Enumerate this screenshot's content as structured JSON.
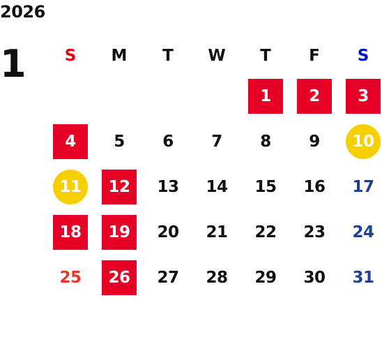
{
  "year": "2026",
  "month": "1",
  "colors": {
    "holiday_bg": "#e60026",
    "special_bg": "#f5cf00",
    "sunday_header": "#e60012",
    "saturday_header": "#0014c8",
    "sunday_date": "#e03a2a",
    "saturday_date": "#1f3f99"
  },
  "weekdays": [
    "S",
    "M",
    "T",
    "W",
    "T",
    "F",
    "S"
  ],
  "weeks": [
    [
      {
        "label": "",
        "style": "empty"
      },
      {
        "label": "",
        "style": "empty"
      },
      {
        "label": "",
        "style": "empty"
      },
      {
        "label": "",
        "style": "empty"
      },
      {
        "label": "1",
        "style": "holiday"
      },
      {
        "label": "2",
        "style": "holiday"
      },
      {
        "label": "3",
        "style": "holiday"
      }
    ],
    [
      {
        "label": "4",
        "style": "holiday"
      },
      {
        "label": "5",
        "style": "normal"
      },
      {
        "label": "6",
        "style": "normal"
      },
      {
        "label": "7",
        "style": "normal"
      },
      {
        "label": "8",
        "style": "normal"
      },
      {
        "label": "9",
        "style": "normal"
      },
      {
        "label": "10",
        "style": "special"
      }
    ],
    [
      {
        "label": "11",
        "style": "special"
      },
      {
        "label": "12",
        "style": "holiday"
      },
      {
        "label": "13",
        "style": "normal"
      },
      {
        "label": "14",
        "style": "normal"
      },
      {
        "label": "15",
        "style": "normal"
      },
      {
        "label": "16",
        "style": "normal"
      },
      {
        "label": "17",
        "style": "saturday"
      }
    ],
    [
      {
        "label": "18",
        "style": "holiday"
      },
      {
        "label": "19",
        "style": "holiday"
      },
      {
        "label": "20",
        "style": "normal"
      },
      {
        "label": "21",
        "style": "normal"
      },
      {
        "label": "22",
        "style": "normal"
      },
      {
        "label": "23",
        "style": "normal"
      },
      {
        "label": "24",
        "style": "saturday"
      }
    ],
    [
      {
        "label": "25",
        "style": "sunday"
      },
      {
        "label": "26",
        "style": "holiday"
      },
      {
        "label": "27",
        "style": "normal"
      },
      {
        "label": "28",
        "style": "normal"
      },
      {
        "label": "29",
        "style": "normal"
      },
      {
        "label": "30",
        "style": "normal"
      },
      {
        "label": "31",
        "style": "saturday"
      }
    ]
  ]
}
